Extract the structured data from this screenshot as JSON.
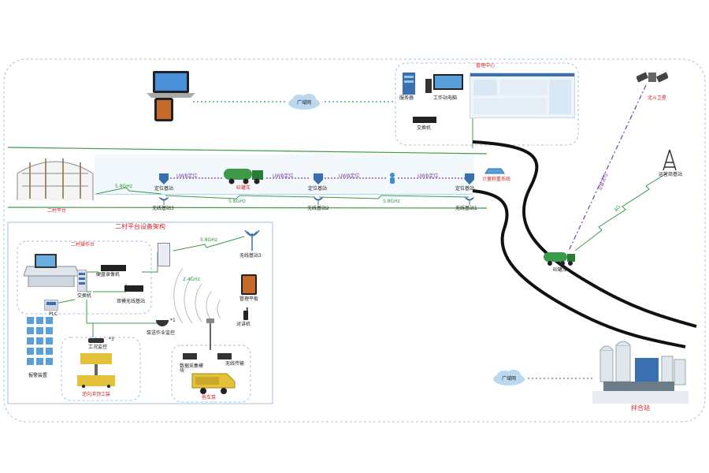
{
  "labels": {
    "management_center": "管理中心",
    "server": "服务器",
    "workstation": "工作站电脑",
    "switch_top": "交换机",
    "wan_top": "广域网",
    "wan_bottom": "广域网",
    "beidou": "北斗卫星",
    "carrier_bs": "运营商基站",
    "weighing": "计量称重系统",
    "mixer_truck_road": "砼罐车",
    "mixing_station": "拌合站",
    "platform": "二村平台",
    "uwb1": "UWB定位",
    "uwb2": "UWB定位",
    "uwb3": "UWB定位",
    "uwb4": "UWB定位",
    "pos_bs_left": "定位基站",
    "pos_bs_mid": "定位基站",
    "pos_bs_right": "定位基站",
    "tunnel_truck": "砼罐车",
    "wireless_bs3_top": "无线基站3",
    "wireless_bs2": "无线基站2",
    "wireless_bs1": "无线基站1",
    "freq_a": "5.8GHz",
    "freq_b": "5.8GHz",
    "freq_c": "5.8GHz",
    "freq_d": "5.8GHz",
    "freq_e": "2.4GHz",
    "beidou_link": "卫星定位",
    "g4_link": "4G",
    "arch_title": "二村平台设备架构",
    "console": "二村操作台",
    "recorder": "硬盘录像机",
    "switch_plat": "交换机",
    "dual_radio": "双模无线基站",
    "plc": "PLC",
    "wireless_bs3_plat": "无线基站3",
    "tablet": "管理平板",
    "intercom": "对讲机",
    "pump_monitor": "泵送作业监控",
    "cam_count_1": "*1",
    "work_monitor": "工况监控",
    "cam_count_3": "*3",
    "light_tower": "逆向冲顶工装",
    "data_module": "数据采集模块",
    "wireless_tx": "无线传输",
    "pump_trailer": "拖车泵",
    "sensor_panel": "报警装置"
  }
}
